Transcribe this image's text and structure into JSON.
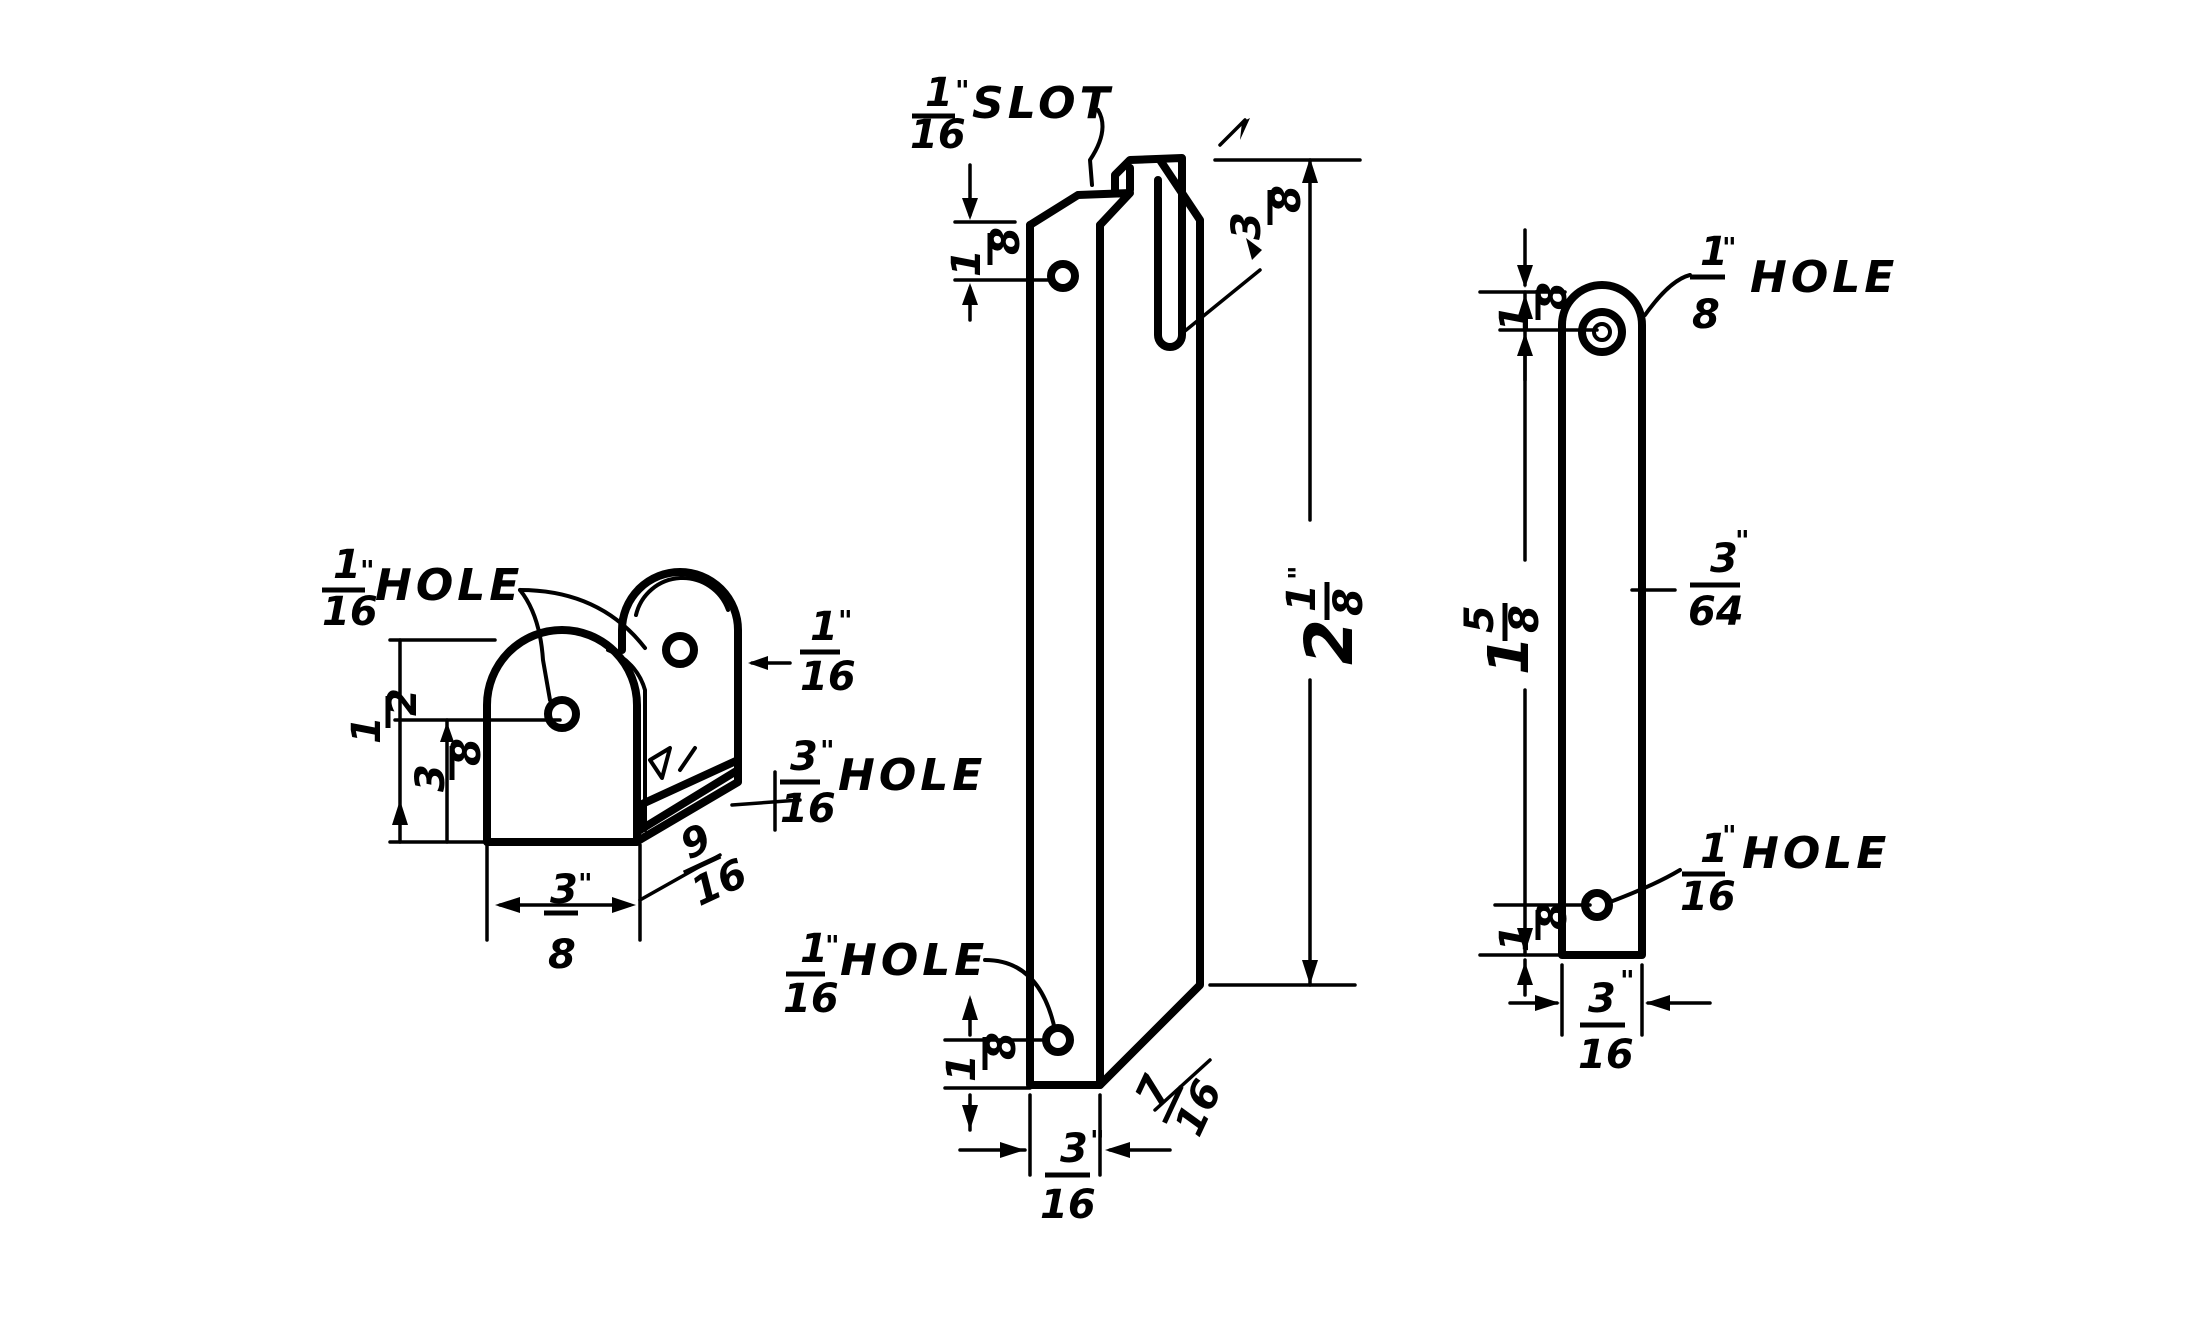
{
  "labels": {
    "slot": "SLOT",
    "hole": "HOLE",
    "inch_mark": "\"",
    "frac_1_16_num": "1",
    "frac_1_16_den": "16",
    "frac_1_8_num": "1",
    "frac_1_8_den": "8",
    "frac_3_16_num": "3",
    "frac_3_16_den": "16",
    "frac_3_8_num": "3",
    "frac_3_8_den": "8",
    "frac_9_16_num": "9",
    "frac_9_16_den": "16",
    "frac_3_64_num": "3",
    "frac_3_64_den": "64",
    "frac_7_16_num": "7",
    "frac_7_16_den": "16",
    "frac_1_2_num": "1",
    "frac_1_2_den": "2",
    "frac_3_8_rot_num": "3",
    "frac_3_8_rot_den": "8",
    "whole_2": "2",
    "whole_1": "1",
    "frac_5_8_num": "5",
    "frac_5_8_den": "8"
  }
}
